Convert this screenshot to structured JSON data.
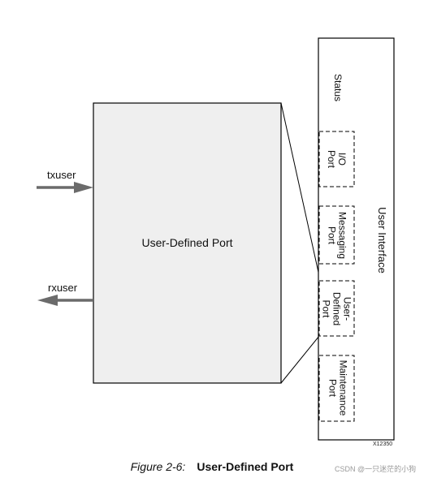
{
  "diagram": {
    "main_box_label": "User-Defined Port",
    "arrow_in_label": "txuser",
    "arrow_out_label": "rxuser",
    "interface_label": "User Interface",
    "status_label": "Status",
    "ports": [
      {
        "label": "I/O\nPort"
      },
      {
        "label": "Messaging\nPort"
      },
      {
        "label": "User-\nDefined\nPort"
      },
      {
        "label": "Maintenance\nPort"
      }
    ],
    "figure_id": "X12350",
    "colors": {
      "arrow": "#6b6b6b",
      "box_fill": "#efefef",
      "stroke": "#000000"
    }
  },
  "caption": {
    "figure_number": "Figure 2-6:",
    "title": "User-Defined Port"
  },
  "watermark": "CSDN @一只迷茫的小狗"
}
